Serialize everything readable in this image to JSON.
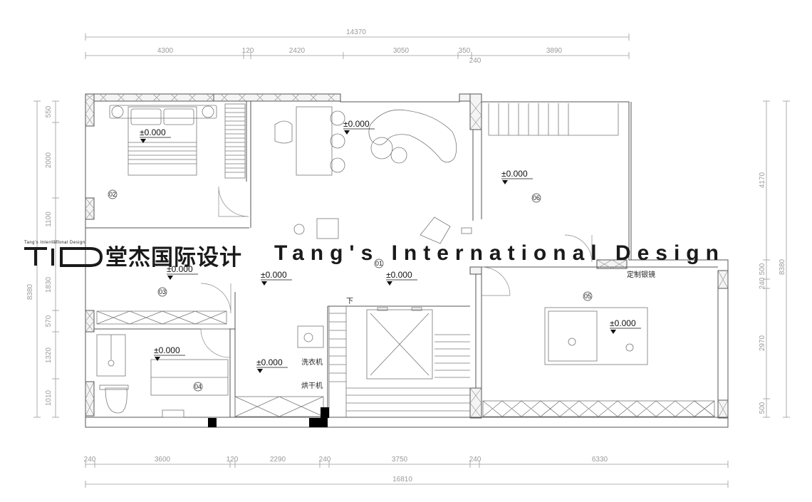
{
  "dimensions": {
    "top_total": "14370",
    "top_segments": [
      "4300",
      "120",
      "2420",
      "3050",
      "350",
      "3890"
    ],
    "top_sub": "240",
    "bottom_segments": [
      "240",
      "3600",
      "120",
      "2290",
      "240",
      "3750",
      "240",
      "6330"
    ],
    "bottom_total": "16810",
    "left_segments": [
      "550",
      "2000",
      "1100",
      "1830",
      "570",
      "1320",
      "1010"
    ],
    "left_total": "8380",
    "right_segments": [
      "4170",
      "500",
      "240",
      "2970",
      "500"
    ],
    "right_total": "8380"
  },
  "levels": {
    "bedroom": "±0.000",
    "living": "±0.000",
    "room06": "±0.000",
    "room03": "±0.000",
    "corridor": "±0.000",
    "room01": "±0.000",
    "room04": "±0.000",
    "laundry": "±0.000",
    "room05": "±0.000"
  },
  "rooms": [
    "02",
    "01",
    "06",
    "03",
    "04",
    "05"
  ],
  "labels": {
    "mirror": "定制银镜",
    "washer": "洗衣机",
    "dryer": "烘干机",
    "stair_down": "下"
  },
  "brand": {
    "logo": "TID",
    "tagline": "Tang's International Design",
    "name_cn": "堂杰国际设计",
    "name_en": "Tang's International Design"
  }
}
